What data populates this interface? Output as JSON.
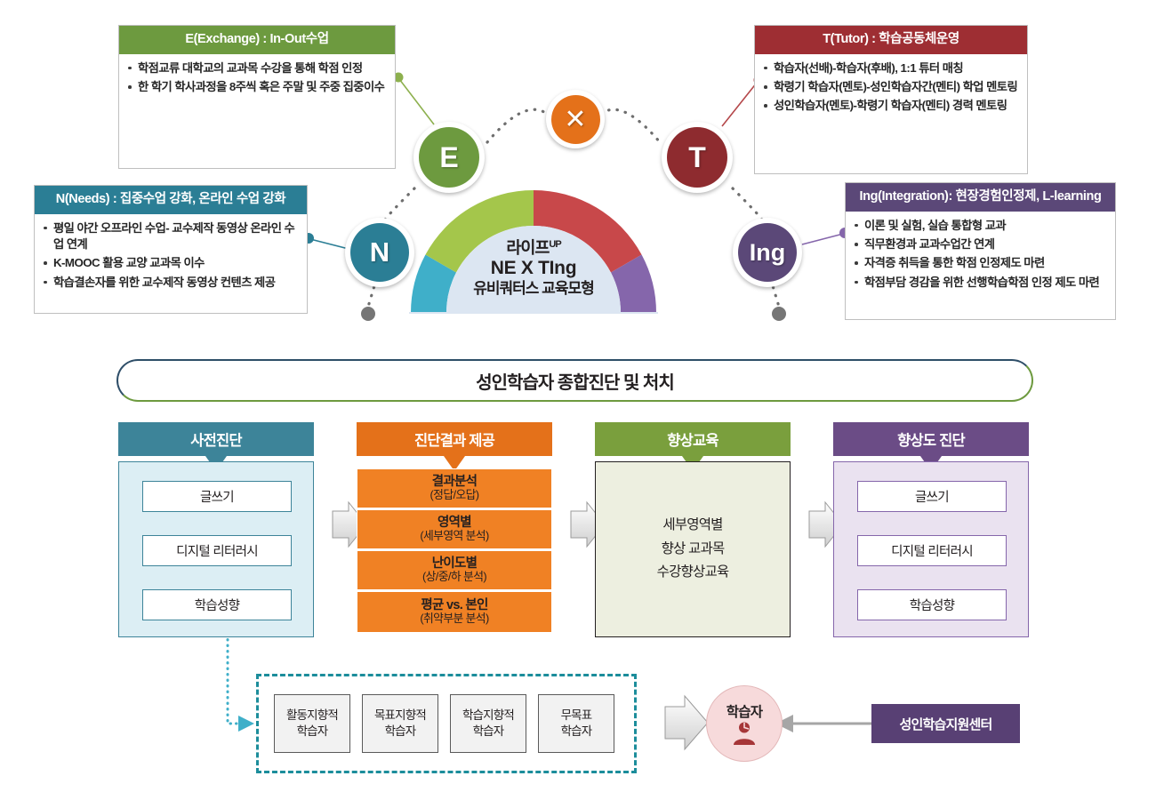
{
  "colors": {
    "green": "#6D9A3F",
    "green_light": "#A4C64B",
    "red": "#9E2E33",
    "red_light": "#C8484A",
    "teal": "#2B7E95",
    "teal_light": "#3FAFC9",
    "purple": "#5B4878",
    "purple_light": "#8566AB",
    "orange": "#E4711A",
    "orange_row": "#F08124",
    "navy": "#2E4E68",
    "grey_dot": "#767676",
    "dashed_teal": "#1C8D9B",
    "learner_pink": "#F7DADB",
    "learner_red": "#A63638"
  },
  "quadrants": [
    {
      "key": "E",
      "badge": "E",
      "title": "E(Exchange) : In-Out수업",
      "header_color": "#6D9A3F",
      "bullets": [
        "학점교류 대학교의 교과목 수강을 통해 학점 인정",
        "한 학기 학사과정을 8주씩 혹은 주말 및 주중 집중이수"
      ]
    },
    {
      "key": "T",
      "badge": "T",
      "title": "T(Tutor) : 학습공동체운영",
      "header_color": "#9E2E33",
      "bullets": [
        "학습자(선배)-학습자(후배), 1:1 튜터 매칭",
        "학령기 학습자(멘토)-성인학습자간(멘티) 학업 멘토링",
        "성인학습자(멘토)-학령기 학습자(멘티) 경력 멘토링"
      ]
    },
    {
      "key": "N",
      "badge": "N",
      "title": "N(Needs) : 집중수업 강화, 온라인 수업 강화",
      "header_color": "#2B7E95",
      "bullets": [
        "평일 야간 오프라인 수업- 교수제작 동영상 온라인 수업 연계",
        "K-MOOC 활용 교양 교과목 이수",
        "학습결손자를 위한 교수제작 동영상 컨텐츠 제공"
      ]
    },
    {
      "key": "Ing",
      "badge": "Ing",
      "title": "Ing(Integration): 현장경험인정제, L-learning",
      "header_color": "#5B4878",
      "bullets": [
        "이론 및 실험, 실습 통합형 교과",
        "직무환경과 교과수업간 연계",
        "자격증 취득을 통한 학점 인정제도 마련",
        "학점부담 경감을 위한 선행학습학점 인정 제도 마련"
      ]
    }
  ],
  "center": {
    "multiply_symbol": "✕",
    "line1": "라이프",
    "line1_sup": "UP",
    "line2": "NE X TIng",
    "line3": "유비쿼터스 교육모형",
    "arc_segments": [
      {
        "name": "teal",
        "color": "#3FAFC9"
      },
      {
        "name": "green",
        "color": "#A4C64B"
      },
      {
        "name": "red",
        "color": "#C8484A"
      },
      {
        "name": "purple",
        "color": "#8566AB"
      }
    ]
  },
  "ribbon": {
    "label": "성인학습자 종합진단 및 처치",
    "border_top_color": "#2E4E68",
    "border_bottom_color": "#6D9A3F"
  },
  "process": {
    "columns": [
      {
        "header": "사전진단",
        "header_color": "#3D8499",
        "body_bg": "#DCEEF4",
        "body_border": "#3D8499",
        "item_border": "#3D8499",
        "items": [
          "글쓰기",
          "디지털 리터러시",
          "학습성향"
        ]
      },
      {
        "header": "진단결과 제공",
        "header_color": "#E4711A",
        "rows": [
          {
            "title": "결과분석",
            "sub": "(정답/오답)"
          },
          {
            "title": "영역별",
            "sub": "(세부영역 분석)"
          },
          {
            "title": "난이도별",
            "sub": "(상/중/하 분석)"
          },
          {
            "title": "평균 vs. 본인",
            "sub": "(취약부분 분석)"
          }
        ]
      },
      {
        "header": "향상교육",
        "header_color": "#7A9F3D",
        "body_lines": [
          "세부영역별",
          "향상 교과목",
          "수강향상교육"
        ]
      },
      {
        "header": "향상도 진단",
        "header_color": "#6B4C86",
        "body_bg": "#EAE2F0",
        "body_border": "#8566AB",
        "item_border": "#8566AB",
        "items": [
          "글쓰기",
          "디지털 리터러시",
          "학습성향"
        ]
      }
    ]
  },
  "learner_types": [
    {
      "line1": "활동지향적",
      "line2": "학습자"
    },
    {
      "line1": "목표지향적",
      "line2": "학습자"
    },
    {
      "line1": "학습지향적",
      "line2": "학습자"
    },
    {
      "line1": "무목표",
      "line2": "학습자"
    }
  ],
  "learner": {
    "label": "학습자",
    "icon": "person-icon"
  },
  "support_center": {
    "label": "성인학습지원센터"
  }
}
